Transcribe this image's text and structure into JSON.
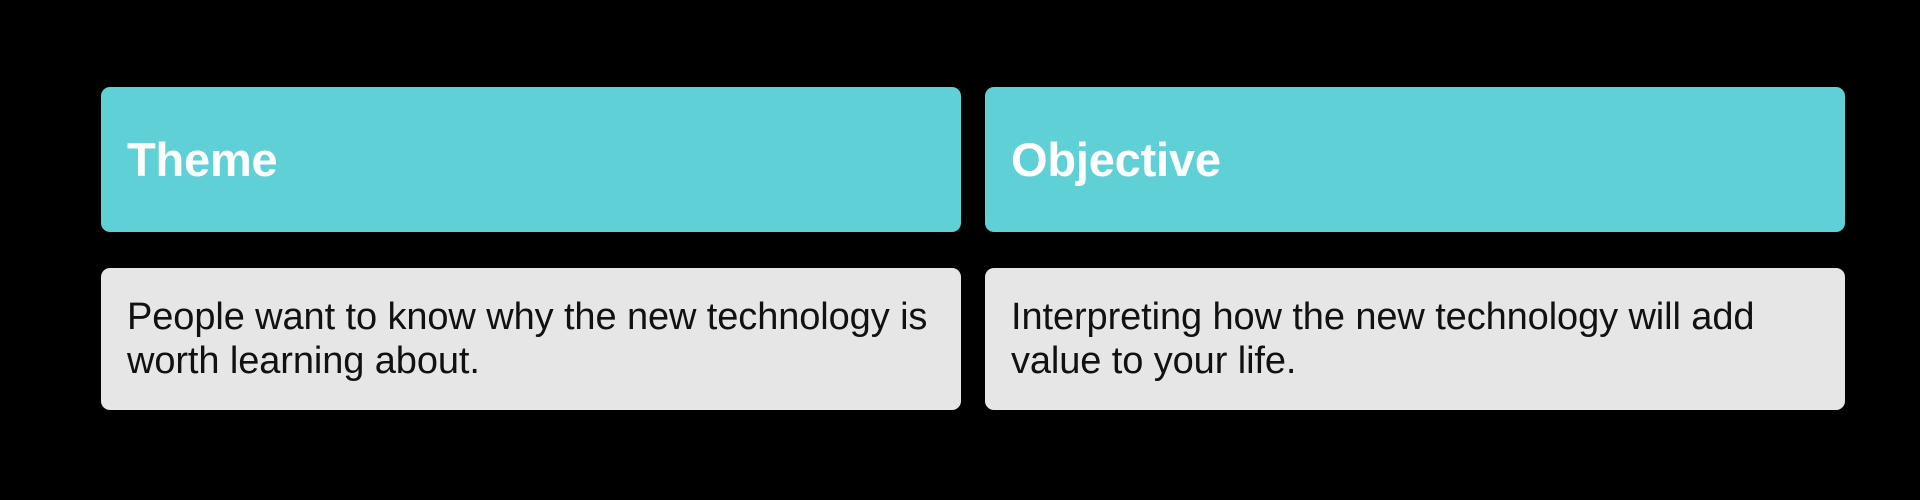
{
  "theme": {
    "background_color": "#000000",
    "accent_color": "#5FD0D6",
    "body_card_color": "#E6E6E6",
    "header_text_color": "#FFFFFF",
    "body_text_color": "#111111"
  },
  "columns": [
    {
      "header_label": "Theme",
      "body_text": "People want to know why the new technology is worth learning about."
    },
    {
      "header_label": "Objective",
      "body_text": "Interpreting how the new technology will add value to your life."
    }
  ]
}
